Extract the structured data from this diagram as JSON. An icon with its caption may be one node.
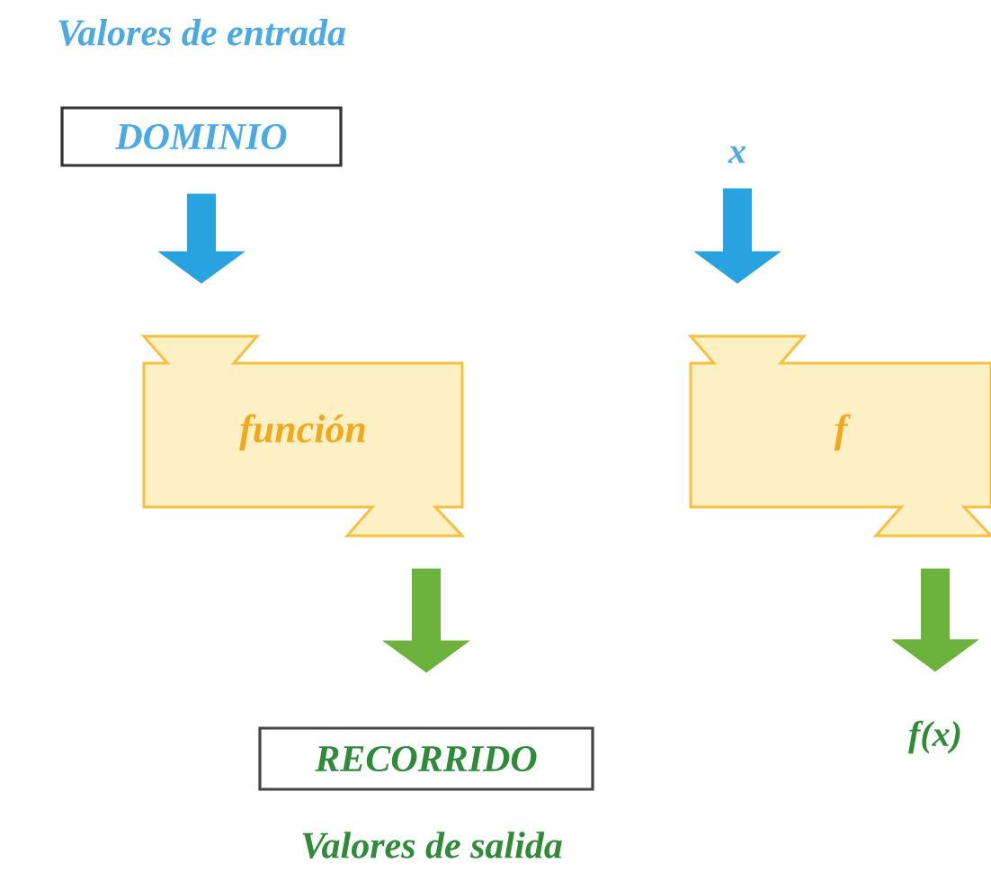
{
  "diagram": {
    "nodes": [
      {
        "text": [
          "DOMINIO"
        ],
        "beside": [
          "Valores de entrada"
        ]
      },
      {
        "text": [
          "función"
        ]
      },
      {
        "text": [
          "RECORRIDO"
        ],
        "beside": [
          "Valores de salida"
        ]
      },
      {
        "text": [
          "x"
        ]
      },
      {
        "text": [
          "f"
        ]
      },
      {
        "text": [
          "f(x)"
        ]
      }
    ],
    "edges": [
      {
        "from": 0,
        "to": 1,
        "arrow": "to",
        "color": "#29a3e0"
      },
      {
        "from": 1,
        "to": 2,
        "arrow": "to",
        "color": "#6cb33e"
      },
      {
        "from": 3,
        "to": 4,
        "arrow": "to",
        "color": "#29a3e0"
      },
      {
        "from": 4,
        "to": 5,
        "arrow": "to",
        "color": "#6cb33e"
      }
    ]
  }
}
